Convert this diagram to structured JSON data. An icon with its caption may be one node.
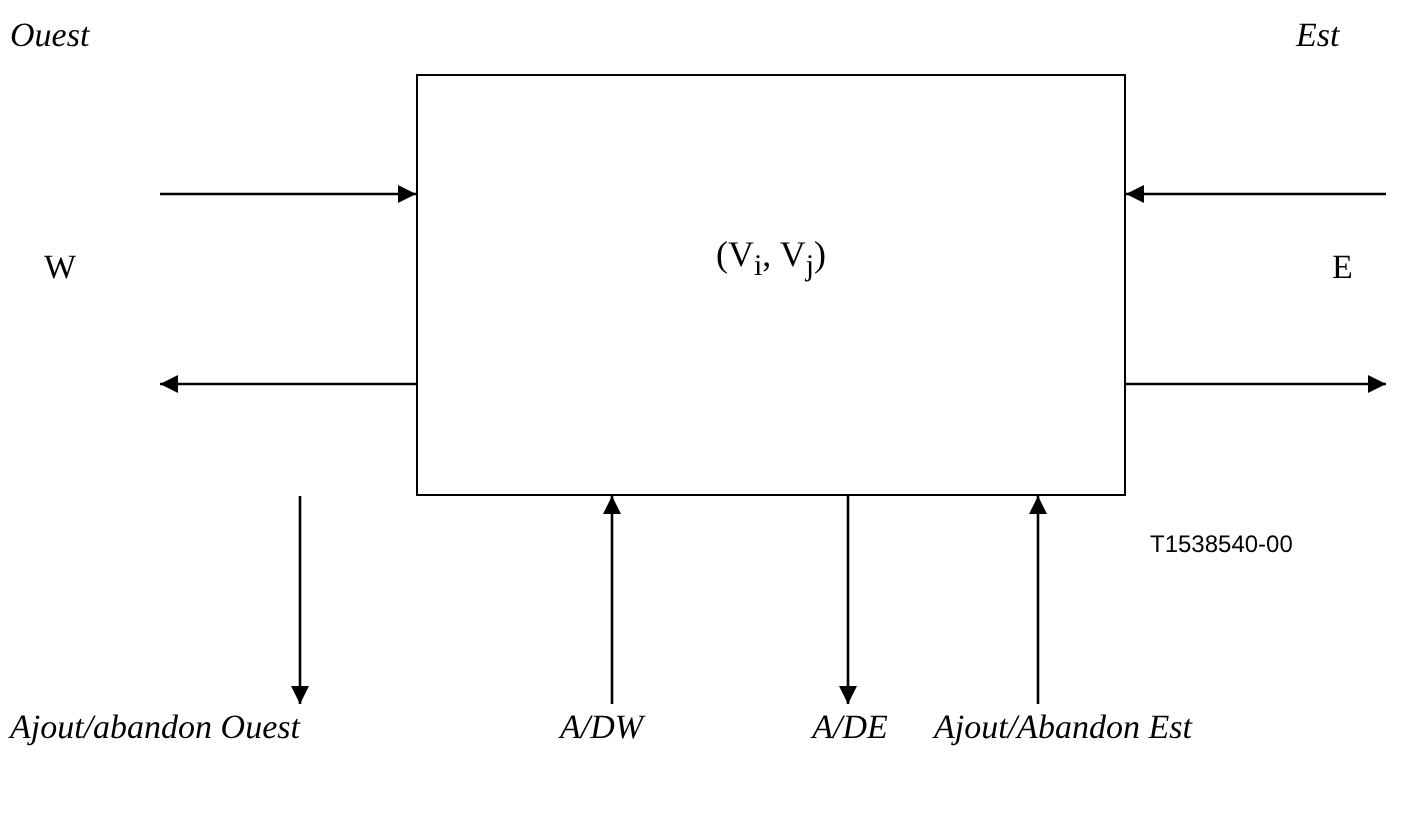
{
  "diagram": {
    "nodes": [
      {
        "text": [
          "(V$_{i}$, V$_{j}$)"
        ]
      },
      {
        "text": [
          "Ajout/abandon Ouest"
        ]
      },
      {
        "text": [
          "A/DW"
        ]
      },
      {
        "text": [
          "A/DE"
        ]
      },
      {
        "text": [
          "Ajout/Abandon Est"
        ]
      }
    ],
    "edges": [
      {
        "from": null,
        "to": 0,
        "arrow": "to"
      },
      {
        "from": 0,
        "to": null,
        "arrow": "to"
      },
      {
        "from": null,
        "to": 0,
        "arrow": "to"
      },
      {
        "from": 0,
        "to": null,
        "arrow": "to"
      },
      {
        "from": 0,
        "to": 1,
        "arrow": "to"
      },
      {
        "from": 2,
        "to": 0,
        "arrow": "to"
      },
      {
        "from": 0,
        "to": 3,
        "arrow": "to"
      },
      {
        "from": 4,
        "to": 0,
        "arrow": "to"
      }
    ],
    "labels": [
      "Ouest",
      "Est",
      "W",
      "E",
      "T1538540-00"
    ]
  }
}
